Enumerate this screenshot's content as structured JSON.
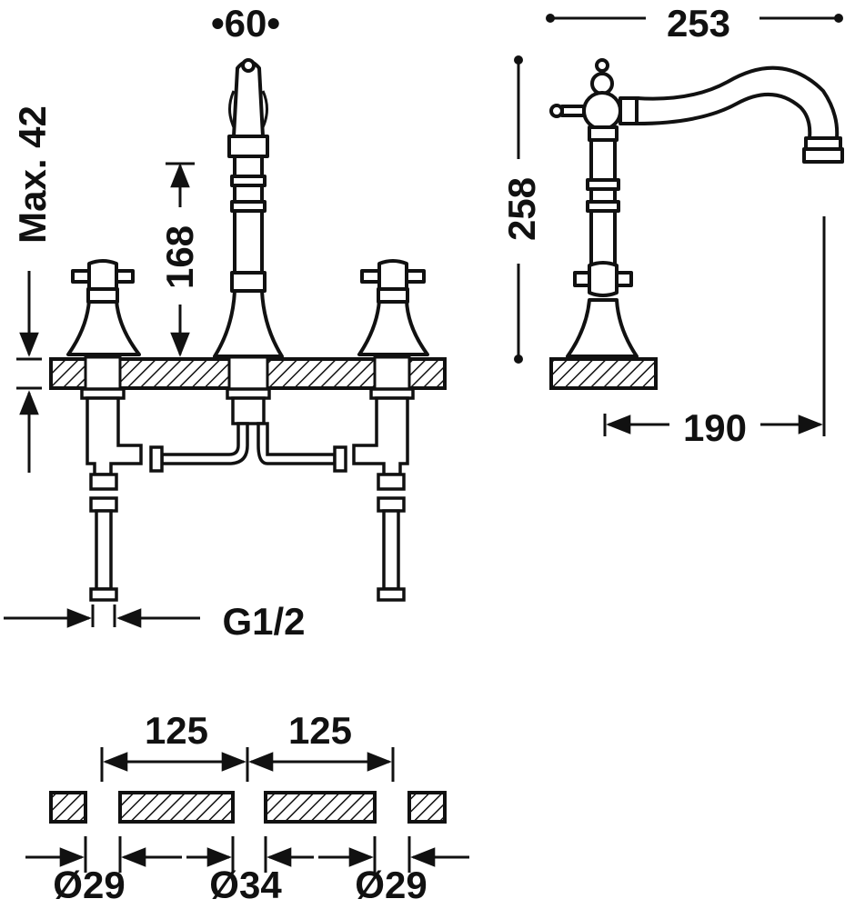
{
  "drawing": {
    "dimensions": {
      "spout_width": "•60•",
      "total_length": "253",
      "max_deck": "Max. 42",
      "spout_height": "168",
      "total_height": "258",
      "spout_reach": "190",
      "thread": "G1/2",
      "spacing_left": "125",
      "spacing_right": "125",
      "hole_left": "Ø29",
      "hole_center": "Ø34",
      "hole_right": "Ø29"
    }
  }
}
